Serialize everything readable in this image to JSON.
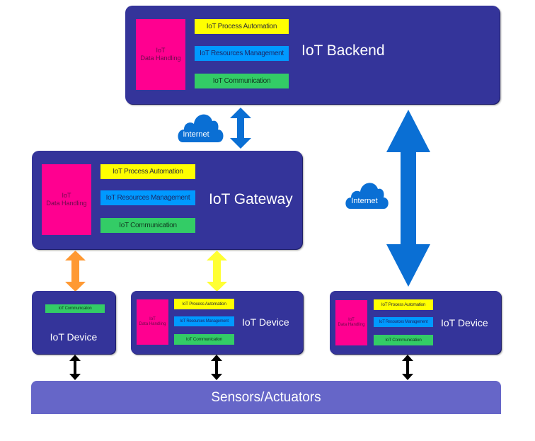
{
  "colors": {
    "tier_bg": "#34349a",
    "data_handling": "#ff0090",
    "process_automation": "#ffff00",
    "resources_management": "#0099ff",
    "communication": "#33cc66",
    "internet": "#0a6fd4",
    "gateway_device_link": "#ff9933",
    "gateway_device2_link": "#ffff33",
    "sensors_bg": "#6666c8"
  },
  "backend": {
    "title": "IoT Backend",
    "data_handling": [
      "IoT",
      "Data Handling"
    ],
    "modules": {
      "process_automation": "IoT Process Automation",
      "resources_management": "IoT Resources Management",
      "communication": "IoT Communication"
    }
  },
  "links": {
    "backend_gateway": {
      "cloud_label": "Internet"
    },
    "backend_device3": {
      "cloud_label": "Internet"
    }
  },
  "gateway": {
    "title": "IoT Gateway",
    "data_handling": [
      "IoT",
      "Data Handling"
    ],
    "modules": {
      "process_automation": "IoT Process Automation",
      "resources_management": "IoT Resources Management",
      "communication": "IoT Communication"
    }
  },
  "devices": [
    {
      "title": "IoT Device",
      "modules": {
        "communication": "IoT Communication"
      }
    },
    {
      "title": "IoT Device",
      "data_handling": [
        "IoT",
        "Data Handling"
      ],
      "modules": {
        "process_automation": "IoT Process Automation",
        "resources_management": "IoT Resources Management",
        "communication": "IoT Communication"
      }
    },
    {
      "title": "IoT Device",
      "data_handling": [
        "IoT",
        "Data Handling"
      ],
      "modules": {
        "process_automation": "IoT Process Automation",
        "resources_management": "IoT Resources Management",
        "communication": "IoT Communication"
      }
    }
  ],
  "sensors": {
    "label": "Sensors/Actuators"
  }
}
